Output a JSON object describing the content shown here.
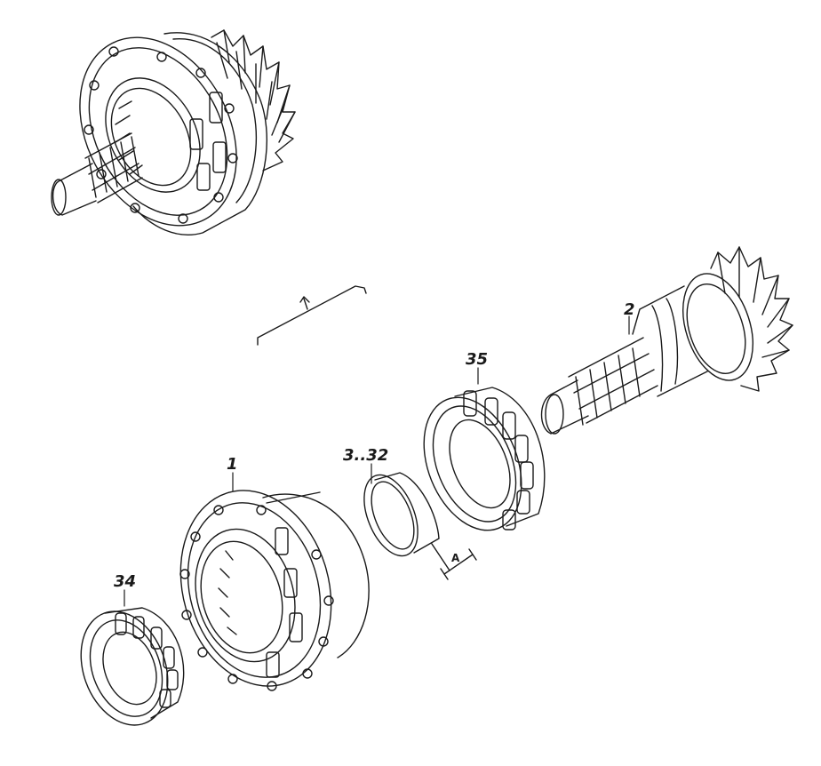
{
  "labels": {
    "hub": "1",
    "pinion": "2",
    "shims": "3..32",
    "outer_bearing": "34",
    "inner_bearing": "35",
    "dimension_a": "A"
  },
  "colors": {
    "line": "#1a1a1a",
    "background": "#ffffff"
  }
}
